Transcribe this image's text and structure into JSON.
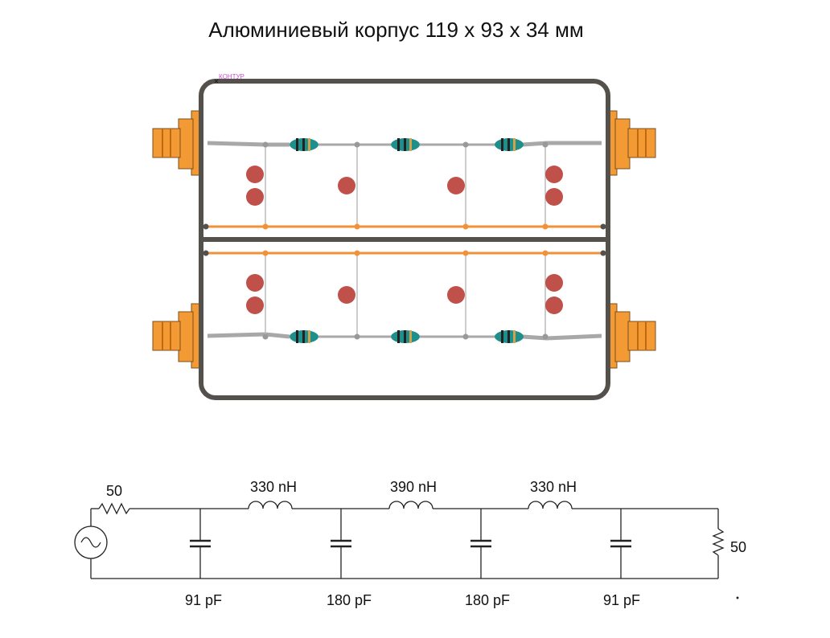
{
  "title": "Алюминиевый корпус 119 x 93 x 34 мм",
  "layout_marker": "КОНТУР",
  "schematic": {
    "source_resistor": "50",
    "load_resistor": "50",
    "inductors": [
      "330 nH",
      "390 nH",
      "330 nH"
    ],
    "capacitors": [
      "91 pF",
      "180 pF",
      "180 pF",
      "91 pF"
    ]
  },
  "colors": {
    "enclosure": "#54504c",
    "connector": "#f39a35",
    "ground_bus": "#f0923a",
    "capacitor": "#c0504a",
    "inductor": "#1e8f8a",
    "trace": "#aaaaaa",
    "marker": "#cc55cc"
  }
}
